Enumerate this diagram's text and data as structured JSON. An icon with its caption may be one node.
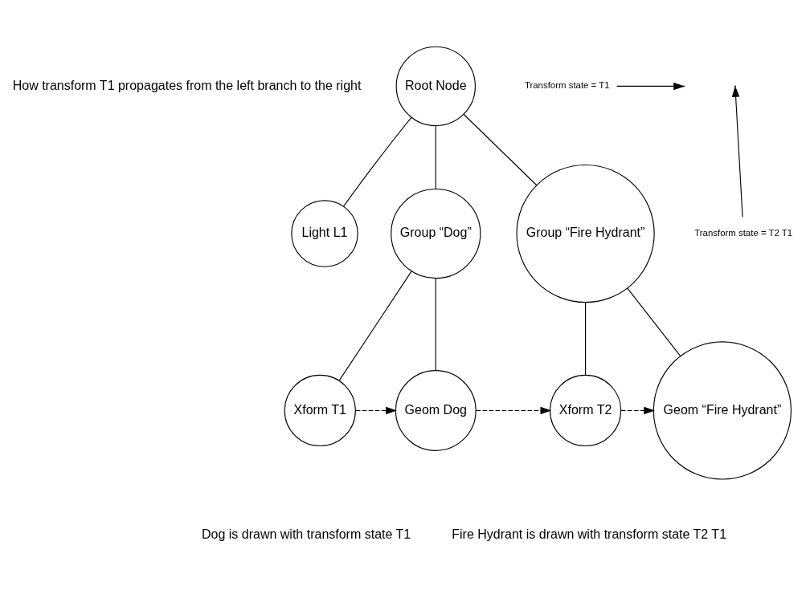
{
  "diagram": {
    "nodes": [
      {
        "text": [
          "Root Node"
        ]
      },
      {
        "text": [
          "Light L1"
        ]
      },
      {
        "text": [
          "Group “Dog”"
        ]
      },
      {
        "text": [
          "Group “Fire Hydrant”"
        ]
      },
      {
        "text": [
          "Xform T1"
        ]
      },
      {
        "text": [
          "Geom Dog"
        ]
      },
      {
        "text": [
          "Xform T2"
        ]
      },
      {
        "text": [
          "Geom “Fire Hydrant”"
        ]
      },
      {
        "text": [
          "Transform state = T1"
        ]
      },
      {
        "text": [
          "Transform state = T2 T1"
        ]
      }
    ],
    "edges": [
      {
        "from": 0,
        "to": 1,
        "arrow": "none"
      },
      {
        "from": 0,
        "to": 2,
        "arrow": "none"
      },
      {
        "from": 0,
        "to": 3,
        "arrow": "none"
      },
      {
        "from": 2,
        "to": 4,
        "arrow": "none"
      },
      {
        "from": 2,
        "to": 5,
        "arrow": "none"
      },
      {
        "from": 3,
        "to": 6,
        "arrow": "none"
      },
      {
        "from": 3,
        "to": 7,
        "arrow": "none"
      },
      {
        "from": 4,
        "to": 5,
        "arrow": "to",
        "style": "dashed"
      },
      {
        "from": 5,
        "to": 6,
        "arrow": "to",
        "style": "dashed"
      },
      {
        "from": 6,
        "to": 7,
        "arrow": "to",
        "style": "dashed"
      },
      {
        "from": 8,
        "to": null,
        "arrow": "to"
      },
      {
        "from": 9,
        "to": null,
        "arrow": "to"
      }
    ],
    "labels": [
      "How transform T1 propagates from the left branch to the right",
      "Dog is drawn with transform state T1",
      "Fire Hydrant is drawn with transform state T2 T1"
    ]
  }
}
